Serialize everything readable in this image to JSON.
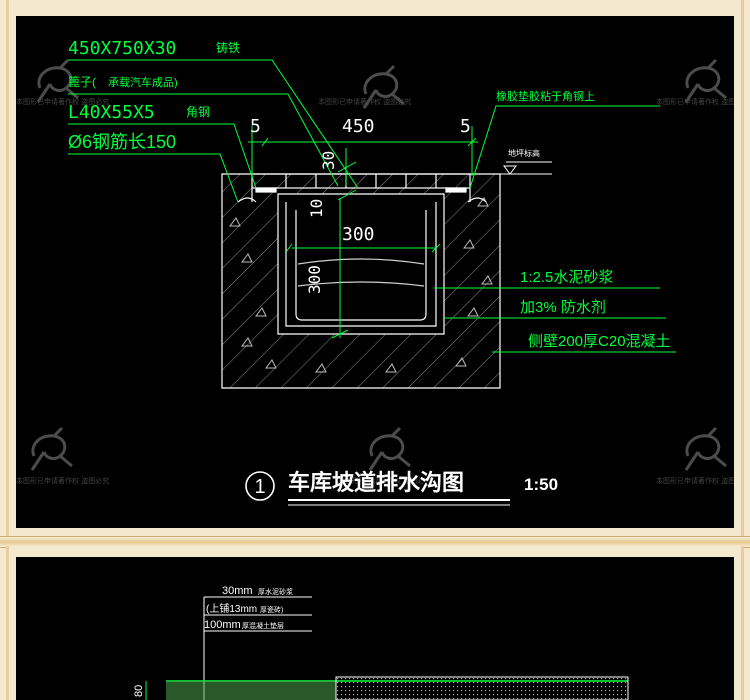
{
  "drawing1": {
    "labels": {
      "grate_size": "450X750X30",
      "grate_material": "铸铁",
      "grate_note_a": "篦子(",
      "grate_note_b": "承载汽车成品)",
      "angle_steel_size": "L40X55X5",
      "angle_steel_label": "角钢",
      "rebar": "Ø6钢筋长150",
      "rubber_pad": "橡胶垫胶粘于角钢上",
      "floor_level": "地坪标高",
      "mortar": "1:2.5水泥砂浆",
      "waterproof": "加3% 防水剂",
      "side_wall": "侧壁200厚C20混凝土"
    },
    "dims": {
      "left_gap": "5",
      "top_width": "450",
      "right_gap": "5",
      "grate_depth": "30",
      "ledge": "10",
      "inner_width": "300",
      "inner_depth": "300"
    },
    "title": {
      "number": "1",
      "text": "车库坡道排水沟图",
      "scale": "1:50"
    }
  },
  "drawing2": {
    "labels": {
      "layer1": "30mm",
      "layer1_note": "厚水泥砂浆",
      "layer2": "(上铺13mm",
      "layer2_note": "厚瓷砖)",
      "layer3": "100mm",
      "layer3_note": "厚混凝土垫层",
      "dim_left": "80"
    }
  },
  "watermark": {
    "text": "本图形已申请著作权 盗图必究"
  },
  "colors": {
    "background": "#000000",
    "outline": "#ffffff",
    "dimension": "#00ff3c",
    "hatch": "#9a9a9a",
    "frame": "#f4e9cf"
  }
}
